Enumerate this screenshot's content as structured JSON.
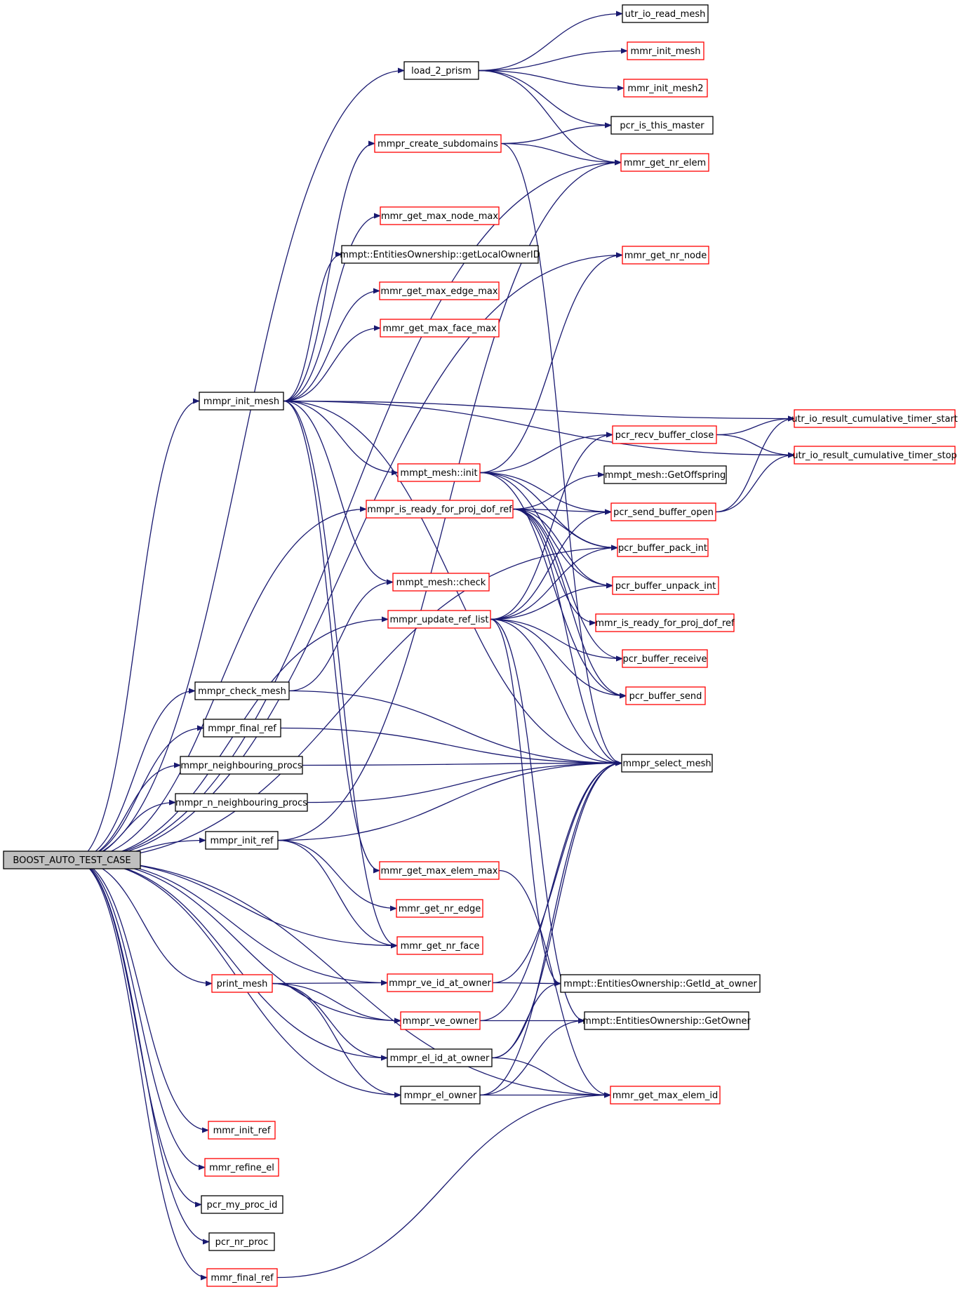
{
  "graph": {
    "root": "BOOST_AUTO_TEST_CASE",
    "colors": {
      "edge": "#191970",
      "node_border_default": "#000000",
      "node_border_truncated": "#ff0000",
      "root_fill": "#bfbfbf",
      "node_fill": "#ffffff"
    },
    "nodes": [
      {
        "id": "root",
        "label": "BOOST_AUTO_TEST_CASE",
        "style": "root"
      },
      {
        "id": "load_2_prism",
        "label": "load_2_prism",
        "style": "normal"
      },
      {
        "id": "utr_io_read_mesh",
        "label": "utr_io_read_mesh",
        "style": "normal"
      },
      {
        "id": "mmr_init_mesh",
        "label": "mmr_init_mesh",
        "style": "truncated"
      },
      {
        "id": "mmr_init_mesh2",
        "label": "mmr_init_mesh2",
        "style": "truncated"
      },
      {
        "id": "pcr_is_this_master",
        "label": "pcr_is_this_master",
        "style": "normal"
      },
      {
        "id": "mmpr_create_subdomains",
        "label": "mmpr_create_subdomains",
        "style": "truncated"
      },
      {
        "id": "mmr_get_nr_elem",
        "label": "mmr_get_nr_elem",
        "style": "truncated"
      },
      {
        "id": "mmr_get_max_node_max",
        "label": "mmr_get_max_node_max",
        "style": "truncated"
      },
      {
        "id": "getLocalOwnerID",
        "label": "mmpt::EntitiesOwnership::getLocalOwnerID",
        "style": "normal"
      },
      {
        "id": "mmr_get_nr_node",
        "label": "mmr_get_nr_node",
        "style": "truncated"
      },
      {
        "id": "mmr_get_max_edge_max",
        "label": "mmr_get_max_edge_max",
        "style": "truncated"
      },
      {
        "id": "mmr_get_max_face_max",
        "label": "mmr_get_max_face_max",
        "style": "truncated"
      },
      {
        "id": "mmpr_init_mesh",
        "label": "mmpr_init_mesh",
        "style": "normal"
      },
      {
        "id": "utr_timer_start",
        "label": "utr_io_result_cumulative_timer_start",
        "style": "truncated"
      },
      {
        "id": "pcr_recv_buffer_close",
        "label": "pcr_recv_buffer_close",
        "style": "truncated"
      },
      {
        "id": "utr_timer_stop",
        "label": "utr_io_result_cumulative_timer_stop",
        "style": "truncated"
      },
      {
        "id": "mmpt_mesh_init",
        "label": "mmpt_mesh::init",
        "style": "truncated"
      },
      {
        "id": "GetOffspring",
        "label": "mmpt_mesh::GetOffspring",
        "style": "normal"
      },
      {
        "id": "mmpr_is_ready",
        "label": "mmpr_is_ready_for_proj_dof_ref",
        "style": "truncated"
      },
      {
        "id": "pcr_send_buffer_open",
        "label": "pcr_send_buffer_open",
        "style": "truncated"
      },
      {
        "id": "pcr_buffer_pack_int",
        "label": "pcr_buffer_pack_int",
        "style": "truncated"
      },
      {
        "id": "mmpt_mesh_check",
        "label": "mmpt_mesh::check",
        "style": "truncated"
      },
      {
        "id": "pcr_buffer_unpack_int",
        "label": "pcr_buffer_unpack_int",
        "style": "truncated"
      },
      {
        "id": "mmpr_update_ref_list",
        "label": "mmpr_update_ref_list",
        "style": "truncated"
      },
      {
        "id": "mmr_is_ready",
        "label": "mmr_is_ready_for_proj_dof_ref",
        "style": "truncated"
      },
      {
        "id": "pcr_buffer_receive",
        "label": "pcr_buffer_receive",
        "style": "truncated"
      },
      {
        "id": "mmpr_check_mesh",
        "label": "mmpr_check_mesh",
        "style": "normal"
      },
      {
        "id": "pcr_buffer_send",
        "label": "pcr_buffer_send",
        "style": "truncated"
      },
      {
        "id": "mmpr_final_ref",
        "label": "mmpr_final_ref",
        "style": "normal"
      },
      {
        "id": "mmpr_neighbouring_procs",
        "label": "mmpr_neighbouring_procs",
        "style": "normal"
      },
      {
        "id": "mmpr_select_mesh",
        "label": "mmpr_select_mesh",
        "style": "normal"
      },
      {
        "id": "mmpr_n_neighbouring_procs",
        "label": "mmpr_n_neighbouring_procs",
        "style": "normal"
      },
      {
        "id": "mmpr_init_ref",
        "label": "mmpr_init_ref",
        "style": "normal"
      },
      {
        "id": "mmr_get_max_elem_max",
        "label": "mmr_get_max_elem_max",
        "style": "truncated"
      },
      {
        "id": "mmr_get_nr_edge",
        "label": "mmr_get_nr_edge",
        "style": "truncated"
      },
      {
        "id": "mmr_get_nr_face",
        "label": "mmr_get_nr_face",
        "style": "truncated"
      },
      {
        "id": "print_mesh",
        "label": "print_mesh",
        "style": "truncated"
      },
      {
        "id": "mmpr_ve_id_at_owner",
        "label": "mmpr_ve_id_at_owner",
        "style": "truncated"
      },
      {
        "id": "GetId_at_owner",
        "label": "mmpt::EntitiesOwnership::GetId_at_owner",
        "style": "normal"
      },
      {
        "id": "mmpr_ve_owner",
        "label": "mmpr_ve_owner",
        "style": "truncated"
      },
      {
        "id": "GetOwner",
        "label": "mmpt::EntitiesOwnership::GetOwner",
        "style": "normal"
      },
      {
        "id": "mmpr_el_id_at_owner",
        "label": "mmpr_el_id_at_owner",
        "style": "normal"
      },
      {
        "id": "mmpr_el_owner",
        "label": "mmpr_el_owner",
        "style": "normal"
      },
      {
        "id": "mmr_get_max_elem_id",
        "label": "mmr_get_max_elem_id",
        "style": "truncated"
      },
      {
        "id": "mmr_init_ref",
        "label": "mmr_init_ref",
        "style": "truncated"
      },
      {
        "id": "mmr_refine_el",
        "label": "mmr_refine_el",
        "style": "truncated"
      },
      {
        "id": "pcr_my_proc_id",
        "label": "pcr_my_proc_id",
        "style": "normal"
      },
      {
        "id": "pcr_nr_proc",
        "label": "pcr_nr_proc",
        "style": "normal"
      },
      {
        "id": "mmr_final_ref",
        "label": "mmr_final_ref",
        "style": "truncated"
      }
    ],
    "edges": [
      [
        "root",
        "load_2_prism"
      ],
      [
        "root",
        "mmr_get_nr_elem"
      ],
      [
        "root",
        "mmr_get_nr_node"
      ],
      [
        "root",
        "mmpr_init_mesh"
      ],
      [
        "root",
        "mmpr_is_ready"
      ],
      [
        "root",
        "pcr_buffer_pack_int"
      ],
      [
        "root",
        "mmpr_update_ref_list"
      ],
      [
        "root",
        "mmpr_check_mesh"
      ],
      [
        "root",
        "mmpr_final_ref"
      ],
      [
        "root",
        "mmpr_neighbouring_procs"
      ],
      [
        "root",
        "mmpr_n_neighbouring_procs"
      ],
      [
        "root",
        "mmpr_init_ref"
      ],
      [
        "root",
        "mmr_get_nr_face"
      ],
      [
        "root",
        "print_mesh"
      ],
      [
        "root",
        "mmpr_ve_id_at_owner"
      ],
      [
        "root",
        "mmpr_ve_owner"
      ],
      [
        "root",
        "mmpr_el_id_at_owner"
      ],
      [
        "root",
        "mmpr_el_owner"
      ],
      [
        "root",
        "mmr_get_max_elem_id"
      ],
      [
        "root",
        "mmr_init_ref"
      ],
      [
        "root",
        "mmr_refine_el"
      ],
      [
        "root",
        "pcr_my_proc_id"
      ],
      [
        "root",
        "pcr_nr_proc"
      ],
      [
        "root",
        "mmr_final_ref"
      ],
      [
        "load_2_prism",
        "utr_io_read_mesh"
      ],
      [
        "load_2_prism",
        "mmr_init_mesh"
      ],
      [
        "load_2_prism",
        "mmr_init_mesh2"
      ],
      [
        "load_2_prism",
        "pcr_is_this_master"
      ],
      [
        "load_2_prism",
        "mmr_get_nr_elem"
      ],
      [
        "mmpr_create_subdomains",
        "pcr_is_this_master"
      ],
      [
        "mmpr_create_subdomains",
        "mmr_get_nr_elem"
      ],
      [
        "mmpr_create_subdomains",
        "mmpr_select_mesh"
      ],
      [
        "mmpr_init_mesh",
        "mmpr_create_subdomains"
      ],
      [
        "mmpr_init_mesh",
        "mmr_get_max_node_max"
      ],
      [
        "mmpr_init_mesh",
        "getLocalOwnerID"
      ],
      [
        "mmpr_init_mesh",
        "mmr_get_max_edge_max"
      ],
      [
        "mmpr_init_mesh",
        "mmr_get_max_face_max"
      ],
      [
        "mmpr_init_mesh",
        "utr_timer_start"
      ],
      [
        "mmpr_init_mesh",
        "utr_timer_stop"
      ],
      [
        "mmpr_init_mesh",
        "mmpt_mesh_init"
      ],
      [
        "mmpr_init_mesh",
        "mmpt_mesh_check"
      ],
      [
        "mmpr_init_mesh",
        "mmr_get_max_elem_max"
      ],
      [
        "mmpr_init_mesh",
        "mmpr_select_mesh"
      ],
      [
        "mmpr_init_mesh",
        "mmr_get_nr_face"
      ],
      [
        "pcr_recv_buffer_close",
        "utr_timer_start"
      ],
      [
        "pcr_recv_buffer_close",
        "utr_timer_stop"
      ],
      [
        "pcr_send_buffer_open",
        "utr_timer_start"
      ],
      [
        "pcr_send_buffer_open",
        "utr_timer_stop"
      ],
      [
        "mmpt_mesh_init",
        "mmr_get_nr_node"
      ],
      [
        "mmpt_mesh_init",
        "pcr_recv_buffer_close"
      ],
      [
        "mmpt_mesh_init",
        "pcr_send_buffer_open"
      ],
      [
        "mmpt_mesh_init",
        "pcr_buffer_pack_int"
      ],
      [
        "mmpt_mesh_init",
        "pcr_buffer_unpack_int"
      ],
      [
        "mmpt_mesh_init",
        "pcr_buffer_send"
      ],
      [
        "mmpr_is_ready",
        "GetOffspring"
      ],
      [
        "mmpr_is_ready",
        "pcr_send_buffer_open"
      ],
      [
        "mmpr_is_ready",
        "pcr_buffer_pack_int"
      ],
      [
        "mmpr_is_ready",
        "pcr_buffer_unpack_int"
      ],
      [
        "mmpr_is_ready",
        "mmr_is_ready"
      ],
      [
        "mmpr_is_ready",
        "pcr_buffer_receive"
      ],
      [
        "mmpr_is_ready",
        "pcr_buffer_send"
      ],
      [
        "mmpr_is_ready",
        "mmpr_select_mesh"
      ],
      [
        "mmpr_update_ref_list",
        "pcr_recv_buffer_close"
      ],
      [
        "mmpr_update_ref_list",
        "pcr_send_buffer_open"
      ],
      [
        "mmpr_update_ref_list",
        "pcr_buffer_pack_int"
      ],
      [
        "mmpr_update_ref_list",
        "pcr_buffer_unpack_int"
      ],
      [
        "mmpr_update_ref_list",
        "pcr_buffer_receive"
      ],
      [
        "mmpr_update_ref_list",
        "pcr_buffer_send"
      ],
      [
        "mmpr_update_ref_list",
        "mmpr_select_mesh"
      ],
      [
        "mmpr_update_ref_list",
        "GetId_at_owner"
      ],
      [
        "mmpr_update_ref_list",
        "GetOwner"
      ],
      [
        "mmpr_check_mesh",
        "mmpt_mesh_check"
      ],
      [
        "mmpr_check_mesh",
        "mmpr_select_mesh"
      ],
      [
        "mmpr_final_ref",
        "mmpr_select_mesh"
      ],
      [
        "mmpr_neighbouring_procs",
        "mmpr_select_mesh"
      ],
      [
        "mmpr_n_neighbouring_procs",
        "mmpr_select_mesh"
      ],
      [
        "mmpr_init_ref",
        "mmr_get_nr_elem"
      ],
      [
        "mmpr_init_ref",
        "mmpr_select_mesh"
      ],
      [
        "mmpr_init_ref",
        "mmr_get_nr_edge"
      ],
      [
        "mmpr_init_ref",
        "mmr_get_nr_face"
      ],
      [
        "mmr_get_max_elem_max",
        "mmr_get_max_elem_id"
      ],
      [
        "print_mesh",
        "mmpr_ve_id_at_owner"
      ],
      [
        "print_mesh",
        "mmpr_ve_owner"
      ],
      [
        "print_mesh",
        "mmpr_el_id_at_owner"
      ],
      [
        "print_mesh",
        "mmpr_el_owner"
      ],
      [
        "mmpr_ve_id_at_owner",
        "mmpr_select_mesh"
      ],
      [
        "mmpr_ve_id_at_owner",
        "GetId_at_owner"
      ],
      [
        "mmpr_ve_owner",
        "mmpr_select_mesh"
      ],
      [
        "mmpr_ve_owner",
        "GetOwner"
      ],
      [
        "mmpr_el_id_at_owner",
        "mmpr_select_mesh"
      ],
      [
        "mmpr_el_id_at_owner",
        "GetId_at_owner"
      ],
      [
        "mmpr_el_id_at_owner",
        "mmr_get_max_elem_id"
      ],
      [
        "mmpr_el_owner",
        "mmpr_select_mesh"
      ],
      [
        "mmpr_el_owner",
        "GetOwner"
      ],
      [
        "mmpr_el_owner",
        "mmr_get_max_elem_id"
      ],
      [
        "mmr_final_ref",
        "mmr_get_max_elem_id"
      ]
    ]
  }
}
